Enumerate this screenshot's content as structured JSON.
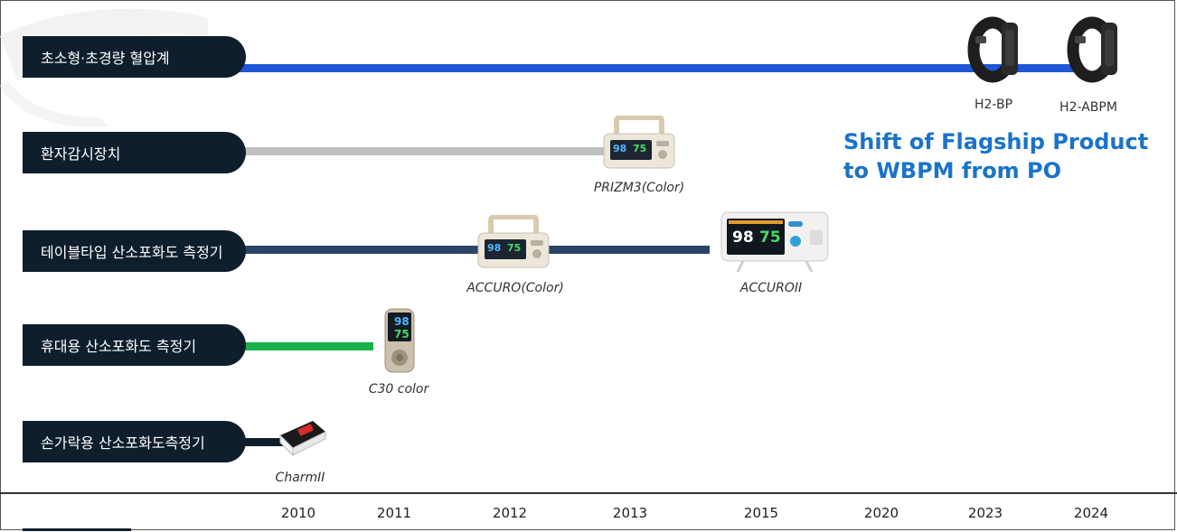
{
  "categories": [
    {
      "label": "초소형·초경량 혈압계",
      "color": "#1f56d6"
    },
    {
      "label": "환자감시장치",
      "color": "#bfbfbf"
    },
    {
      "label": "테이블타입 산소포화도 측정기",
      "color": "#2b4468"
    },
    {
      "label": "휴대용 산소포화도 측정기",
      "color": "#17b04a"
    },
    {
      "label": "손가락용 산소포화도측정기",
      "color": "#0f1e2d"
    }
  ],
  "products": {
    "h2_bp": "H2-BP",
    "h2_abpm": "H2-ABPM",
    "prizm3": "PRIZM3(Color)",
    "accuro_color": "ACCURO(Color)",
    "accuro2": "ACCUROII",
    "c30": "C30 color",
    "charm2": "CharmII"
  },
  "device_screens": {
    "spo2": "98",
    "pulse": "75",
    "accuro2_spo2": "98",
    "accuro2_pulse": "75"
  },
  "headline": {
    "line1": "Shift of Flagship Product",
    "line2": "to WBPM from PO"
  },
  "years": [
    "2010",
    "2011",
    "2012",
    "2013",
    "2015",
    "2020",
    "2023",
    "2024"
  ]
}
